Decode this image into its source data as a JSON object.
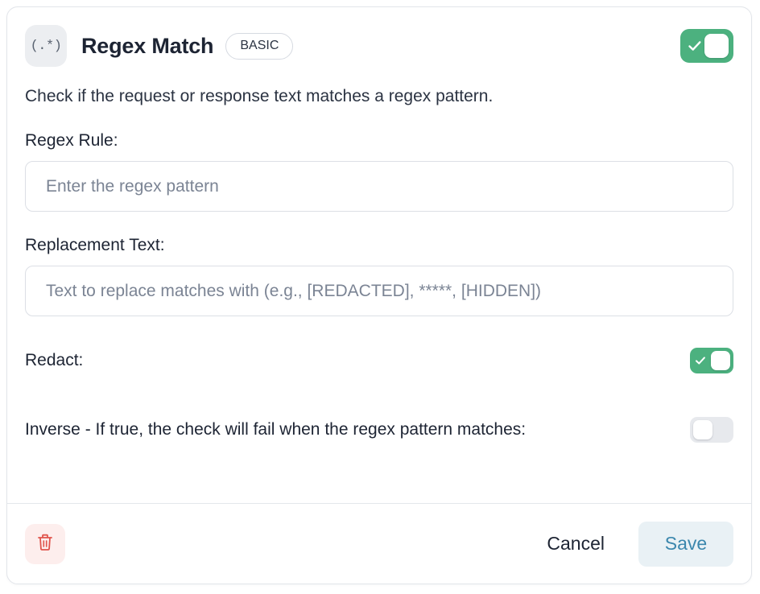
{
  "card": {
    "header": {
      "icon_text": "(.*)",
      "icon_name": "regex-icon",
      "title": "Regex Match",
      "badge": "BASIC",
      "enabled_toggle": {
        "state": "on",
        "checkmark": "✓"
      }
    },
    "description": "Check if the request or response text matches a regex pattern.",
    "fields": [
      {
        "label": "Regex Rule:",
        "value": "",
        "placeholder": "Enter the regex pattern"
      },
      {
        "label": "Replacement Text:",
        "value": "",
        "placeholder": "Text to replace matches with (e.g., [REDACTED], *****, [HIDDEN])"
      }
    ],
    "switches": [
      {
        "label": "Redact:",
        "state": "on",
        "checkmark": "✓"
      },
      {
        "label": "Inverse - If true, the check will fail when the regex pattern matches:",
        "state": "off",
        "checkmark": ""
      }
    ],
    "footer": {
      "delete_icon": "trash-icon",
      "cancel_label": "Cancel",
      "save_label": "Save"
    }
  },
  "colors": {
    "toggle_on": "#4cb17f",
    "toggle_off": "#e7e9ed",
    "save_text": "#3b87ad",
    "save_bg": "#e9f1f5",
    "delete_bg": "#fdeeed",
    "delete_icon": "#e0544c",
    "text_primary": "#1d2433",
    "placeholder": "#7b8494",
    "border": "#dcdfe5"
  }
}
